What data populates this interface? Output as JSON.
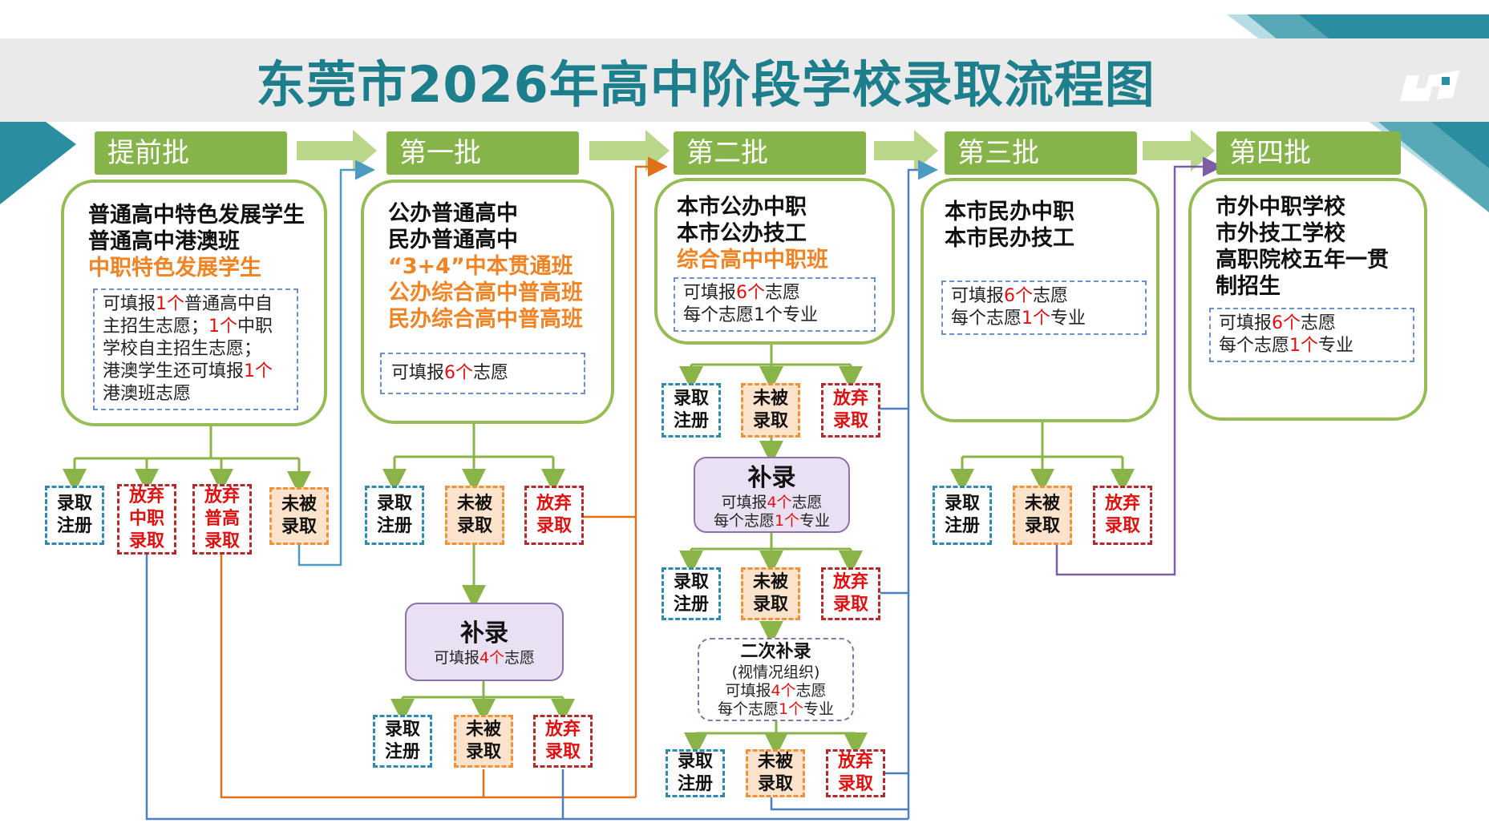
{
  "title": "东莞市2026年高中阶段学校录取流程图",
  "colors": {
    "accent": "#1d7e8c",
    "batch": "#86b44a",
    "green_line": "#8ab448",
    "orange_line": "#e0701a",
    "blue_line": "#4a7fc1",
    "purple_line": "#7b5ea7",
    "highlight": "#f08424",
    "red": "#e01010"
  },
  "icons": {
    "logo": "logo-icon"
  },
  "batches": [
    "提前批",
    "第一批",
    "第二批",
    "第三批",
    "第四批"
  ],
  "outcomes": {
    "register": [
      "录取",
      "注册"
    ],
    "not_admitted": [
      "未被",
      "录取"
    ],
    "give_up": [
      "放弃",
      "录取"
    ],
    "give_up_zz": [
      "放弃",
      "中职",
      "录取"
    ],
    "give_up_pg": [
      "放弃",
      "普高",
      "录取"
    ]
  },
  "cards": {
    "advance": {
      "lines": [
        "普通高中特色发展学生",
        "普通高中港澳班"
      ],
      "highlight": [
        "中职特色发展学生"
      ],
      "note": [
        [
          "可填报",
          "1个",
          "普通高中自"
        ],
        [
          "主招生志愿；",
          "1个",
          "中职"
        ],
        [
          "学校自主招生志愿；",
          "",
          ""
        ],
        [
          "港澳学生还可填报",
          "1个",
          ""
        ],
        [
          "港澳班志愿",
          "",
          ""
        ]
      ]
    },
    "first": {
      "lines": [
        "公办普通高中",
        "民办普通高中"
      ],
      "highlight": [
        "“3+4”中本贯通班",
        "公办综合高中普高班",
        "民办综合高中普高班"
      ],
      "note": [
        [
          "可填报",
          "6个",
          "志愿"
        ]
      ]
    },
    "second": {
      "lines": [
        "本市公办中职",
        "本市公办技工"
      ],
      "highlight": [
        "综合高中中职班"
      ],
      "note": [
        [
          "可填报",
          "6个",
          "志愿"
        ],
        [
          "每个志愿1个专业",
          "",
          ""
        ]
      ]
    },
    "third": {
      "lines": [
        "本市民办中职",
        "本市民办技工"
      ],
      "note": [
        [
          "可填报",
          "6个",
          "志愿"
        ],
        [
          "每个志愿",
          "1个",
          "专业"
        ]
      ]
    },
    "fourth": {
      "lines": [
        "市外中职学校",
        "市外技工学校",
        "高职院校五年一贯",
        "制招生"
      ],
      "note": [
        [
          "可填报",
          "6个",
          "志愿"
        ],
        [
          "每个志愿",
          "1个",
          "专业"
        ]
      ]
    }
  },
  "supplements": {
    "first": {
      "title": "补录",
      "lines": [
        [
          "可填报",
          "4个",
          "志愿"
        ]
      ]
    },
    "second": {
      "title": "补录",
      "lines": [
        [
          "可填报",
          "4个",
          "志愿"
        ],
        [
          "每个志愿",
          "1个",
          "专业"
        ]
      ]
    },
    "second_again": {
      "title": "二次补录",
      "lines": [
        [
          "(视情况组织)",
          "",
          ""
        ],
        [
          "可填报",
          "4个",
          "志愿"
        ],
        [
          "每个志愿",
          "1个",
          "专业"
        ]
      ]
    }
  }
}
